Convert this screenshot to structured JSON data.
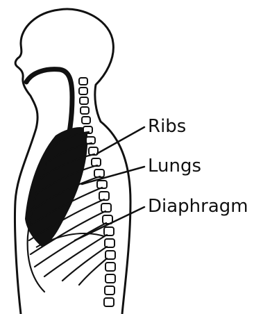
{
  "labels": {
    "ribs": "Ribs",
    "lungs": "Lungs",
    "diaphragm": "Diaphragm"
  },
  "colors": {
    "ink": "#111111",
    "background": "#ffffff"
  }
}
